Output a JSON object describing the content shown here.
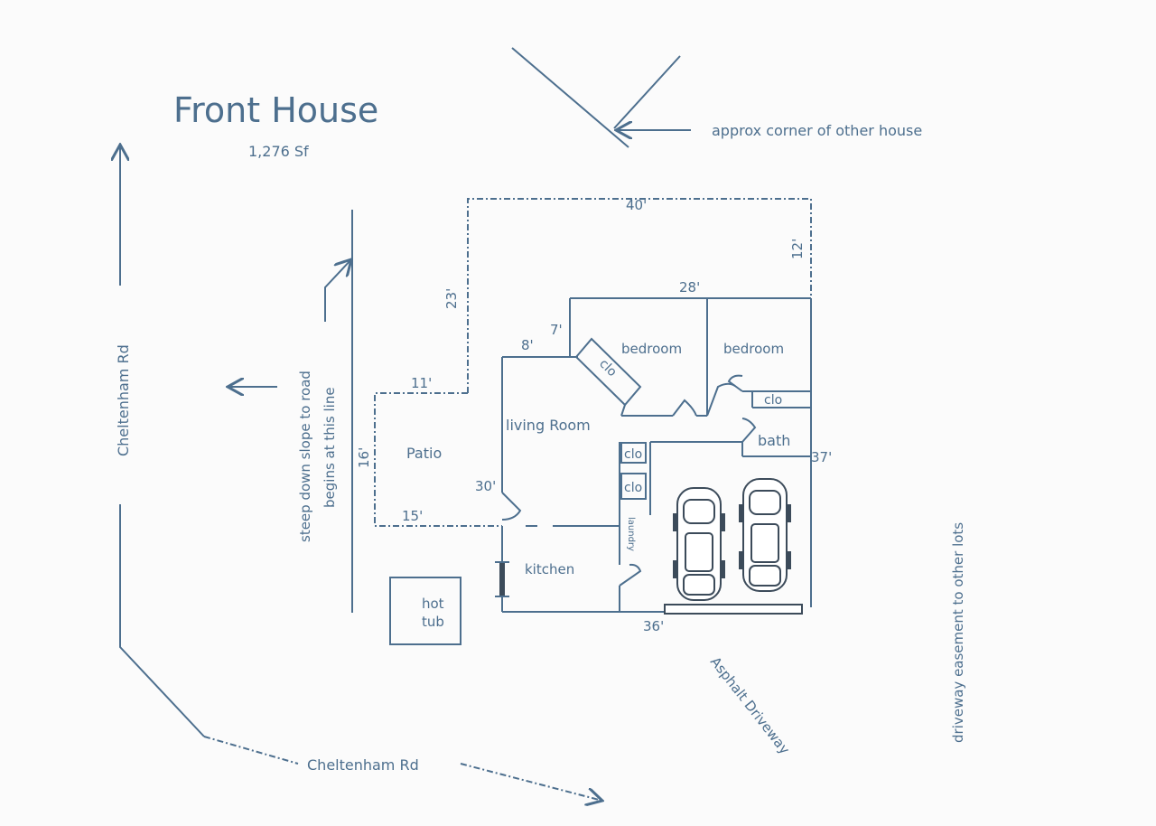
{
  "title": "Front House",
  "area": "1,276 Sf",
  "labels": {
    "other_house": "approx corner of other house",
    "road_left": "Cheltenham Rd",
    "road_bottom": "Cheltenham Rd",
    "slope_line1": "steep down slope to road",
    "slope_line2": "begins at this line",
    "driveway": "Asphalt Driveway",
    "easement": "driveway easement to other lots"
  },
  "rooms": {
    "bedroom1": "bedroom",
    "bedroom2": "bedroom",
    "clo_diag": "clo",
    "clo_right": "clo",
    "bath": "bath",
    "living": "living Room",
    "clo_a": "clo",
    "clo_b": "clo",
    "laundry": "laundry",
    "kitchen": "kitchen",
    "patio": "Patio",
    "hot_tub_1": "hot",
    "hot_tub_2": "tub"
  },
  "dimensions": {
    "top": "40'",
    "top_right": "12'",
    "upper": "28'",
    "left_upper": "23'",
    "jog7": "7'",
    "jog8": "8'",
    "patio_top": "11'",
    "patio_side": "16'",
    "patio_bottom": "15'",
    "living_side": "30'",
    "right_side": "37'",
    "bottom": "36'"
  },
  "colors": {
    "ink": "#4d6f8e",
    "paper": "#fbfbfb",
    "car": "#3c4b5a"
  }
}
